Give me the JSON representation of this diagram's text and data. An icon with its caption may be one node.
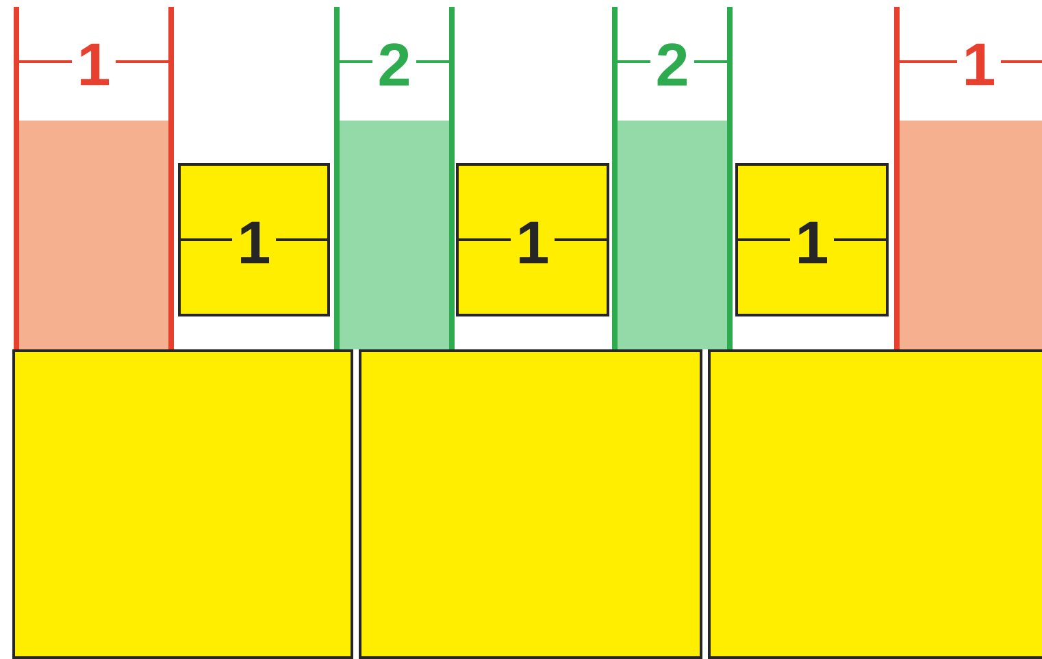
{
  "diagram": {
    "nodes": [
      {
        "text": [
          "1"
        ]
      },
      {
        "text": [
          "1"
        ]
      },
      {
        "text": [
          "2"
        ]
      },
      {
        "text": [
          "1"
        ]
      },
      {
        "text": [
          "2"
        ]
      },
      {
        "text": [
          "1"
        ]
      },
      {
        "text": [
          "1"
        ]
      },
      {
        "text": [],
        "shape": "box"
      },
      {
        "text": [],
        "shape": "box"
      },
      {
        "text": [],
        "shape": "box"
      }
    ]
  }
}
